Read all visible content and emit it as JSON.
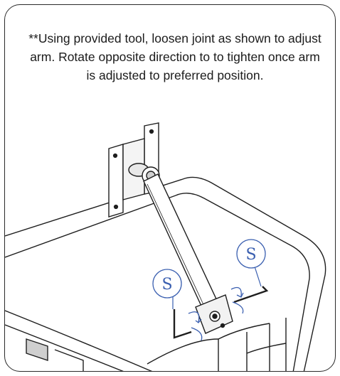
{
  "instruction": {
    "text": "**Using provided tool, loosen joint as shown to adjust arm. Rotate opposite direction to to tighten once arm is adjusted to preferred position."
  },
  "callouts": [
    {
      "letter": "S"
    },
    {
      "letter": "S"
    }
  ],
  "colors": {
    "line": "#1e1e1e",
    "callout": "#3a5fb0",
    "rotation_arrow": "#3a5fb0",
    "border": "#2a2a2a"
  },
  "icons": [
    "rotate-arrow-icon",
    "hex-key-icon"
  ]
}
